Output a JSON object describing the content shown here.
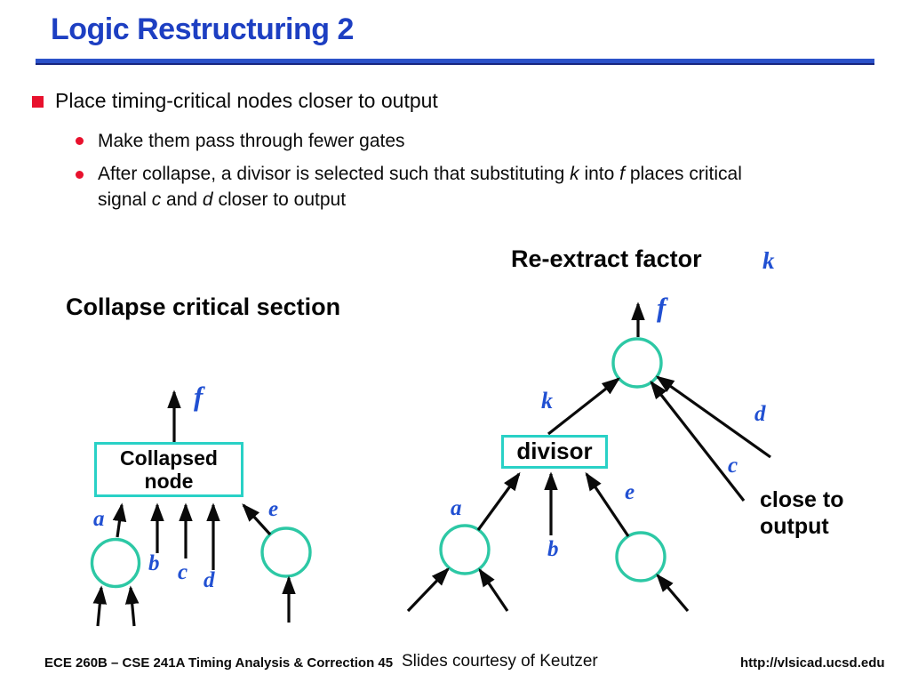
{
  "colors": {
    "title_blue": "#1d3fc2",
    "label_blue": "#2150d2",
    "bullet_red": "#e8112d",
    "node_teal": "#2dc8a5",
    "box_teal": "#29d1c6"
  },
  "header": {
    "title": "Logic Restructuring 2"
  },
  "bullets": {
    "level1": "Place timing-critical nodes closer to output",
    "sub1": "Make them pass through fewer gates",
    "sub2_line1_parts": [
      "After collapse, a divisor is selected such that substituting ",
      "k",
      " into ",
      "f",
      " places critical"
    ],
    "sub2_line2_parts": [
      "signal ",
      "c",
      " and ",
      "d",
      " closer to output"
    ]
  },
  "left_diagram": {
    "heading": "Collapse critical section",
    "box_line1": "Collapsed",
    "box_line2": "node",
    "labels": {
      "f": "f",
      "a": "a",
      "b": "b",
      "c": "c",
      "d": "d",
      "e": "e"
    }
  },
  "right_diagram": {
    "heading": "Re-extract factor",
    "heading_var": "k",
    "box": "divisor",
    "labels": {
      "f": "f",
      "k": "k",
      "a": "a",
      "b": "b",
      "c": "c",
      "d": "d",
      "e": "e"
    },
    "note_line1": "close to",
    "note_line2": "output"
  },
  "footer": {
    "left": "ECE 260B – CSE 241A Timing Analysis & Correction 45",
    "center": "Slides courtesy of Keutzer",
    "right": "http://vlsicad.ucsd.edu"
  }
}
